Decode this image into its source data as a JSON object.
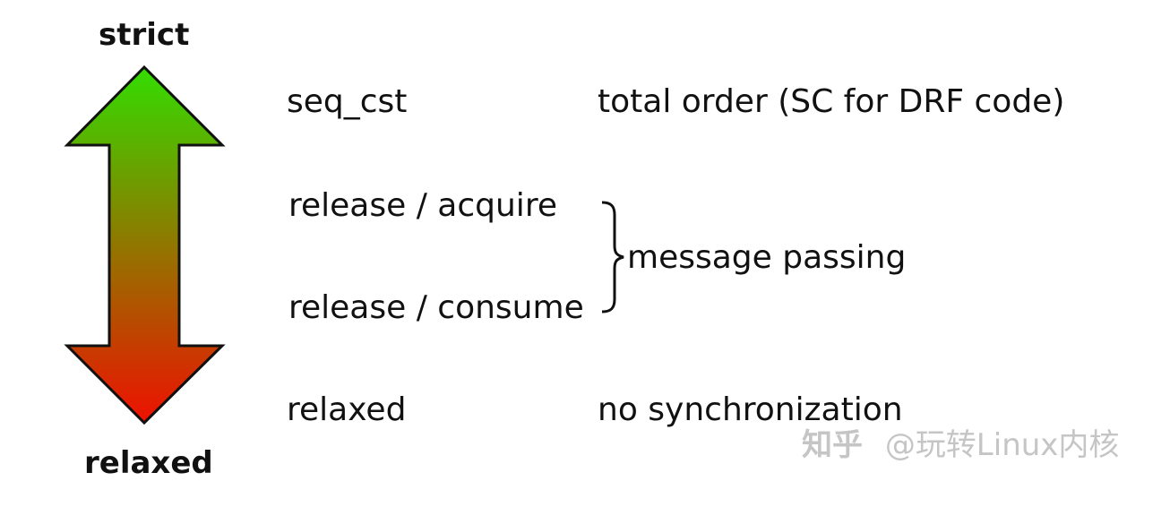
{
  "diagram": {
    "top_label": "strict",
    "bottom_label": "relaxed",
    "colors": {
      "strict": "#33dd00",
      "relaxed": "#ee1100",
      "outline": "#111111"
    },
    "orders": [
      {
        "name": "seq_cst",
        "description": "total order (SC for DRF code)"
      },
      {
        "name": "release / acquire"
      },
      {
        "name": "release / consume"
      },
      {
        "name": "relaxed",
        "description": "no synchronization"
      }
    ],
    "group": {
      "members": [
        "release / acquire",
        "release / consume"
      ],
      "label": "message passing"
    }
  },
  "watermark": {
    "site": "知乎",
    "author": "@玩转Linux内核"
  }
}
